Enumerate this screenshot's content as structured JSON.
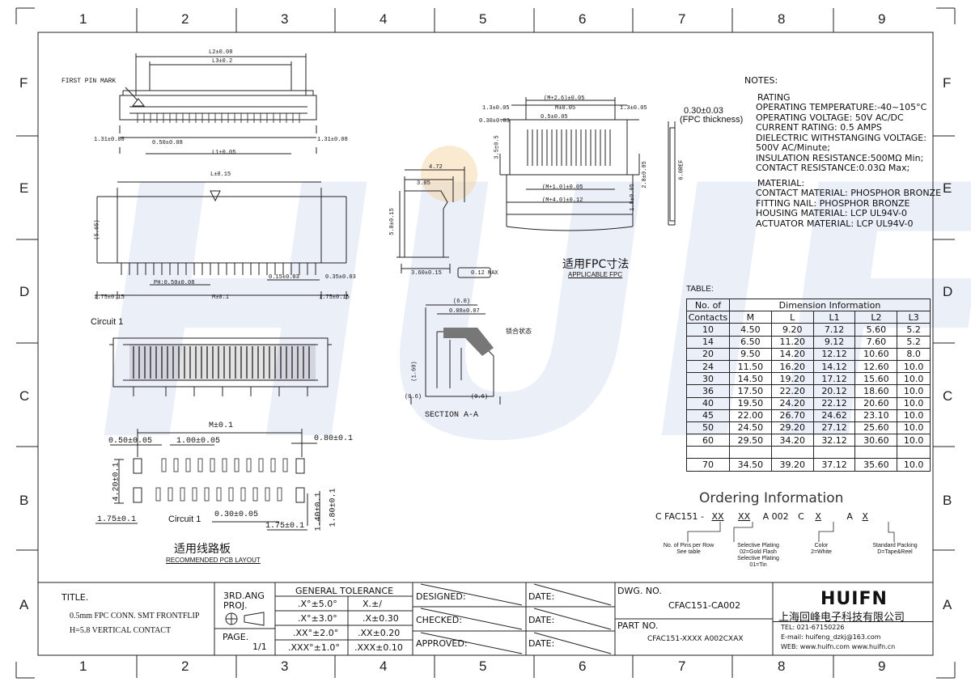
{
  "zones": {
    "columns": [
      "1",
      "2",
      "3",
      "4",
      "5",
      "6",
      "7",
      "8",
      "9"
    ],
    "rows": [
      "F",
      "E",
      "D",
      "C",
      "B",
      "A"
    ]
  },
  "watermark": "HUIFN",
  "drawing_labels": {
    "first_pin_mark": "FIRST PIN MARK",
    "circuit1_top": "Circuit 1",
    "circuit1_bottom": "Circuit 1",
    "fpc_title": "适用FPC寸法",
    "fpc_subtitle": "APPLICABLE FPC",
    "pcb_title": "适用线路板",
    "pcb_subtitle": "RECOMMENDED PCB LAYOUT",
    "section": "SECTION A-A",
    "locking_state": "锁合状态",
    "fpc_thickness": "(FPC thickness)",
    "fpc_thickness_value": "0.30±0.03",
    "table_label": "TABLE:"
  },
  "dims": {
    "l2": "L2±0.08",
    "l3": "L3±0.2",
    "l131a": "1.31±0.08",
    "l050": "0.50±0.08",
    "l1": "L1±0.05",
    "l131b": "1.31±0.08",
    "l": "L±0.15",
    "h565": "(5.65)",
    "pitch": "PH:0.50±0.08",
    "d015": "0.15±0.03",
    "d035": "0.35±0.03",
    "d175a": "1.75±0.15",
    "m": "M±0.1",
    "d175b": "1.75±0.15",
    "w472": "4.72",
    "w305": "3.05",
    "h58": "5.8±0.15",
    "w360": "3.60±0.15",
    "max012": "0.12 MAX",
    "fpc_m26": "(M+2.6)±0.05",
    "fpc_13a": "1.3±0.05",
    "fpc_m": "M±0.05",
    "fpc_13b": "1.3±0.05",
    "fpc_030": "0.30±0.03",
    "fpc_05": "0.5±0.05",
    "fpc_35": "3.5±0.5",
    "fpc_m10": "(M+1.0)±0.05",
    "fpc_m40": "(M+4.0)±0.12",
    "fpc_28": "2.8±0.05",
    "fpc_18": "1.8±0.05",
    "fpc_6ref": "6.0REF",
    "sec_60": "(6.0)",
    "sec_008": "0.08±0.07",
    "sec_160": "(1.60)",
    "sec_06a": "(0.6)",
    "sec_06b": "(0.6)",
    "pcb_m": "M±0.1",
    "pcb_050": "0.50±0.05",
    "pcb_100": "1.00±0.05",
    "pcb_080": "0.80±0.1",
    "pcb_420": "4.20±0.1",
    "pcb_175a": "1.75±0.1",
    "pcb_030": "0.30±0.05",
    "pcb_140": "1.40±0.1",
    "pcb_180": "1.80±0.1",
    "pcb_175b": "1.75±0.1"
  },
  "notes": {
    "header": "NOTES:",
    "lines": [
      "RATING",
      "OPERATING TEMPERATURE:-40~105°C",
      "OPERATING VOLTAGE: 50V AC/DC",
      "CURRENT RATING: 0.5 AMPS",
      "DIELECTRIC WITHSTANGING VOLTAGE:",
      " 500V AC/Minute;",
      "INSULATION RESISTANCE:500MΩ  Min;",
      "CONTACT RESISTANCE:0.03Ω  Max;",
      "",
      "MATERIAL:",
      "CONTACT MATERIAL: PHOSPHOR BRONZE",
      "FITTING NAIL: PHOSPHOR BRONZE",
      "HOUSING MATERIAL: LCP UL94V-0",
      "ACTUATOR MATERIAL: LCP UL94V-0"
    ]
  },
  "dim_table": {
    "head_contacts_1": "No. of",
    "head_contacts_2": "Contacts",
    "head_group": "Dimension Information",
    "columns": [
      "M",
      "L",
      "L1",
      "L2",
      "L3"
    ],
    "rows": [
      [
        "10",
        "4.50",
        "9.20",
        "7.12",
        "5.60",
        "5.2"
      ],
      [
        "14",
        "6.50",
        "11.20",
        "9.12",
        "7.60",
        "5.2"
      ],
      [
        "20",
        "9.50",
        "14.20",
        "12.12",
        "10.60",
        "8.0"
      ],
      [
        "24",
        "11.50",
        "16.20",
        "14.12",
        "12.60",
        "10.0"
      ],
      [
        "30",
        "14.50",
        "19.20",
        "17.12",
        "15.60",
        "10.0"
      ],
      [
        "36",
        "17.50",
        "22.20",
        "20.12",
        "18.60",
        "10.0"
      ],
      [
        "40",
        "19.50",
        "24.20",
        "22.12",
        "20.60",
        "10.0"
      ],
      [
        "45",
        "22.00",
        "26.70",
        "24.62",
        "23.10",
        "10.0"
      ],
      [
        "50",
        "24.50",
        "29.20",
        "27.12",
        "25.60",
        "10.0"
      ],
      [
        "60",
        "29.50",
        "34.20",
        "32.12",
        "30.60",
        "10.0"
      ],
      [
        "",
        "",
        "",
        "",
        "",
        ""
      ],
      [
        "70",
        "34.50",
        "39.20",
        "37.12",
        "35.60",
        "10.0"
      ]
    ]
  },
  "ordering": {
    "title": "Ordering Information",
    "code_parts": [
      "C FAC151 -",
      "XX",
      "XX",
      "A 002",
      "C",
      "X",
      "A",
      "X"
    ],
    "legend_pins_1": "No. of Pins per Row",
    "legend_pins_2": "See table",
    "legend_plating_1": "Selective Plating",
    "legend_plating_2": "02=Gold Flash",
    "legend_plating_3": "Selective Plating",
    "legend_plating_4": "01=Tin",
    "legend_color_1": "Color",
    "legend_color_2": "2=White",
    "legend_pack_1": "Standard Packing",
    "legend_pack_2": "D=Tape&Reel"
  },
  "title_block": {
    "title_label": "TITLE.",
    "title_line1": "0.5mm FPC CONN. SMT FRONTFLIP",
    "title_line2": "H=5.8 VERTICAL CONTACT",
    "angle_label_1": "3RD.ANG",
    "angle_label_2": "PROJ.",
    "page_label": "PAGE.",
    "page_value": "1/1",
    "tolerance_header": "GENERAL TOLERANCE",
    "tolerances": [
      [
        ".X°±5.0°",
        "X.±/"
      ],
      [
        ".X°±3.0°",
        ".X±0.30"
      ],
      [
        ".XX°±2.0°",
        ".XX±0.20"
      ],
      [
        ".XXX°±1.0°",
        ".XXX±0.10"
      ]
    ],
    "designed_label": "DESIGNED:",
    "checked_label": "CHECKED:",
    "approved_label": "APPROVED:",
    "date_label": "DATE:",
    "dwg_no_label": "DWG. NO.",
    "dwg_no_value": "CFAC151-CA002",
    "part_no_label": "PART NO.",
    "part_no_value": "CFAC151-XXXX A002CXAX",
    "brand": "HUIFN",
    "company": "上海回峰电子科技有限公司",
    "tel": "TEL: 021-67150226",
    "email": "E-mail: huifeng_dzkj@163.com",
    "web": "WEB: www.huifn.com  www.huifn.cn"
  },
  "colors": {
    "line": "#222222",
    "watermark": "#b8c7e8",
    "accent_orange": "#f3d19b"
  }
}
